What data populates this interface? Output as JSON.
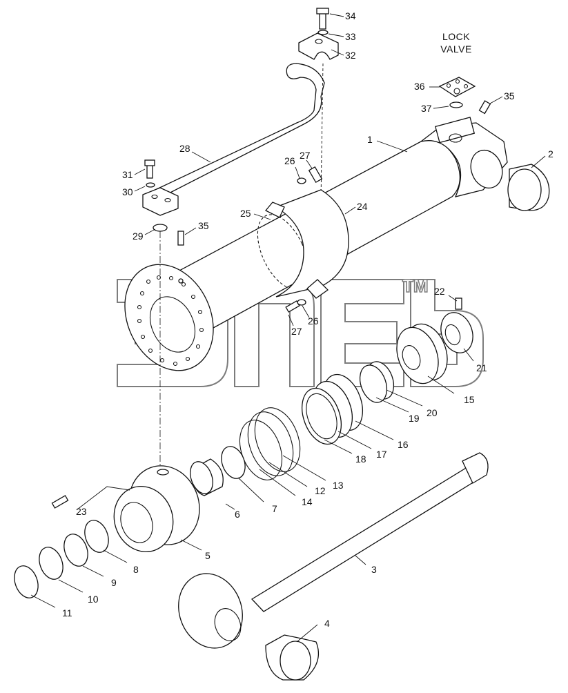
{
  "diagram": {
    "note_lines": [
      "LOCK",
      "VALVE"
    ],
    "trademark": "TM",
    "callouts": [
      {
        "text": "1"
      },
      {
        "text": "2"
      },
      {
        "text": "3"
      },
      {
        "text": "4"
      },
      {
        "text": "5"
      },
      {
        "text": "6"
      },
      {
        "text": "7"
      },
      {
        "text": "8"
      },
      {
        "text": "9"
      },
      {
        "text": "10"
      },
      {
        "text": "11"
      },
      {
        "text": "12"
      },
      {
        "text": "13"
      },
      {
        "text": "14"
      },
      {
        "text": "15"
      },
      {
        "text": "16"
      },
      {
        "text": "17"
      },
      {
        "text": "18"
      },
      {
        "text": "19"
      },
      {
        "text": "20"
      },
      {
        "text": "21"
      },
      {
        "text": "22"
      },
      {
        "text": "23"
      },
      {
        "text": "24"
      },
      {
        "text": "25"
      },
      {
        "text": "26"
      },
      {
        "text": "26"
      },
      {
        "text": "27"
      },
      {
        "text": "27"
      },
      {
        "text": "28"
      },
      {
        "text": "29"
      },
      {
        "text": "30"
      },
      {
        "text": "31"
      },
      {
        "text": "32"
      },
      {
        "text": "33"
      },
      {
        "text": "34"
      },
      {
        "text": "35"
      },
      {
        "text": "35"
      },
      {
        "text": "36"
      },
      {
        "text": "37"
      }
    ]
  }
}
